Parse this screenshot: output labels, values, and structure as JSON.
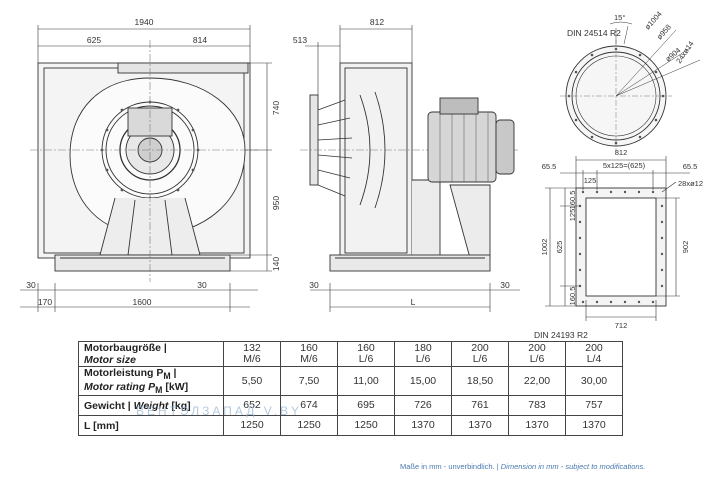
{
  "dimensions": {
    "front_total_width": "1940",
    "front_left_offset": "625",
    "front_right_offset": "814",
    "front_upper_height": "740",
    "front_middle_height": "950",
    "front_base_height": "140",
    "front_left_margin": "30",
    "front_left_base": "170",
    "front_base_width": "1600",
    "front_right_margin": "30",
    "side_inlet": "513",
    "side_width": "812",
    "side_left_margin": "30",
    "side_right_margin": "30",
    "side_length_label": "L"
  },
  "outlet_flange": {
    "standard": "DIN 24514 R2",
    "angle": "15°",
    "outer_diameter": "ø1004",
    "bolt_circle": "ø958",
    "inner_diameter": "ø904",
    "holes": "24xø14"
  },
  "inlet_flange": {
    "standard": "DIN 24193 R2",
    "width": "812",
    "pitch": "5x125=(625)",
    "left_edge": "65.5",
    "right_edge": "65.5",
    "pitch_single": "125",
    "holes": "28xø12",
    "v_top": "160.5",
    "v_pitch": "125",
    "v_total": "1002",
    "v_inner": "625",
    "v_bottom": "160.5",
    "height_inner": "902",
    "width_inner": "712"
  },
  "table": {
    "rows": [
      {
        "label_de": "Motorbaugröße |",
        "label_en": "Motor size",
        "values": [
          "132\nM/6",
          "160\nM/6",
          "160\nL/6",
          "180\nL/6",
          "200\nL/6",
          "200\nL/6",
          "200\nL/4"
        ]
      },
      {
        "label_de": "Motorleistung P",
        "label_de_sub": "M",
        "label_de_end": " |",
        "label_en": "Motor rating P",
        "label_en_sub": "M",
        "label_en_end": " [kW]",
        "values": [
          "5,50",
          "7,50",
          "11,00",
          "15,00",
          "18,50",
          "22,00",
          "30,00"
        ]
      },
      {
        "label_de": "Gewicht | ",
        "label_en": "Weight",
        "label_end": " [kg]",
        "values": [
          "652",
          "674",
          "695",
          "726",
          "761",
          "783",
          "757"
        ]
      },
      {
        "label": "L [mm]",
        "values": [
          "1250",
          "1250",
          "1250",
          "1370",
          "1370",
          "1370",
          "1370"
        ]
      }
    ]
  },
  "footer": {
    "de": "Maße in mm - unverbindlich.",
    "sep": " | ",
    "en": "Dimension in mm - subject to modifications."
  },
  "watermark": "ВЕНТЭЛЗАПАД    V.BY"
}
